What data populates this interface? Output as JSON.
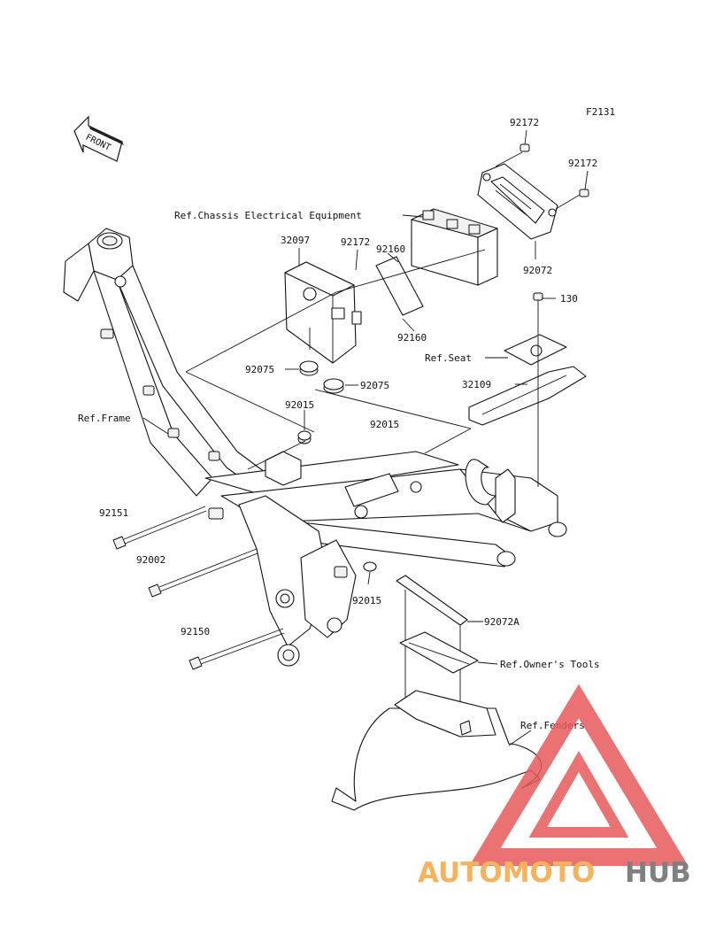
{
  "figure_code": "F2131",
  "front_label": "FRONT",
  "callouts": [
    {
      "id": "c-92172-top",
      "text": "92172"
    },
    {
      "id": "c-92172-right",
      "text": "92172"
    },
    {
      "id": "c-ref-chassis",
      "text": "Ref.Chassis Electrical Equipment"
    },
    {
      "id": "c-32097",
      "text": "32097"
    },
    {
      "id": "c-92172-mid",
      "text": "92172"
    },
    {
      "id": "c-92160-a",
      "text": "92160"
    },
    {
      "id": "c-92072",
      "text": "92072"
    },
    {
      "id": "c-130",
      "text": "130"
    },
    {
      "id": "c-92160-b",
      "text": "92160"
    },
    {
      "id": "c-ref-seat",
      "text": "Ref.Seat"
    },
    {
      "id": "c-92075-a",
      "text": "92075"
    },
    {
      "id": "c-92075-b",
      "text": "92075"
    },
    {
      "id": "c-32109",
      "text": "32109"
    },
    {
      "id": "c-ref-frame",
      "text": "Ref.Frame"
    },
    {
      "id": "c-92015-a",
      "text": "92015"
    },
    {
      "id": "c-92015-b",
      "text": "92015"
    },
    {
      "id": "c-92151",
      "text": "92151"
    },
    {
      "id": "c-92002",
      "text": "92002"
    },
    {
      "id": "c-92015-c",
      "text": "92015"
    },
    {
      "id": "c-92072a",
      "text": "92072A"
    },
    {
      "id": "c-92150",
      "text": "92150"
    },
    {
      "id": "c-ref-owners",
      "text": "Ref.Owner's Tools"
    },
    {
      "id": "c-ref-fenders",
      "text": "Ref.Fenders"
    }
  ],
  "watermark": {
    "part1": "AUTOMOTO",
    "part2": "HUB",
    "color1": "#f3a640",
    "color2": "#6b6b6b",
    "triangle_color": "#e85a5a"
  }
}
